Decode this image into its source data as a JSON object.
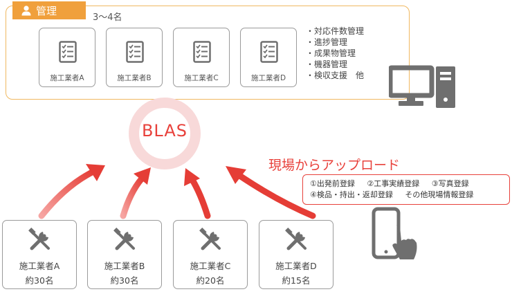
{
  "management": {
    "badge_label": "管理",
    "count": "3～4名",
    "cards": [
      {
        "label": "施工業者A"
      },
      {
        "label": "施工業者B"
      },
      {
        "label": "施工業者C"
      },
      {
        "label": "施工業者D"
      }
    ],
    "tasks": [
      "・対応件数管理",
      "・進捗管理",
      "・成果物管理",
      "・機器管理",
      "・検収支援　他"
    ]
  },
  "center": {
    "label": "BLAS"
  },
  "upload": {
    "title": "現場からアップロード",
    "items": [
      "①出発前登録",
      "②工事実績登録",
      "③写真登録",
      "④検品・持出・返却登録",
      "その他現場情報登録"
    ]
  },
  "workers": [
    {
      "name": "施工業者A",
      "count": "約30名"
    },
    {
      "name": "施工業者B",
      "count": "約30名"
    },
    {
      "name": "施工業者C",
      "count": "約20名"
    },
    {
      "name": "施工業者D",
      "count": "約15名"
    }
  ],
  "colors": {
    "accent_red": "#e8413b",
    "accent_orange": "#f0a03c",
    "ring": "#f8d9d9",
    "icon_gray": "#6f6f6f"
  }
}
